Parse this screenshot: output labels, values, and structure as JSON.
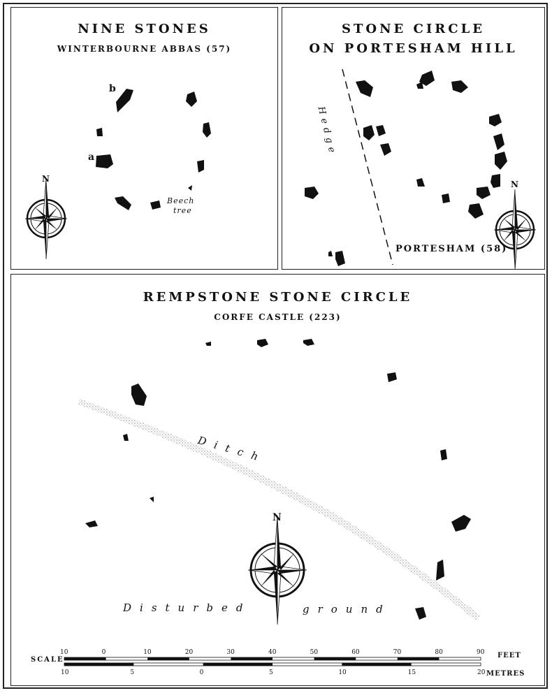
{
  "panel_nine": {
    "title": "NINE STONES",
    "subtitle": "WINTERBOURNE ABBAS (57)",
    "label_a": "a",
    "label_b": "b",
    "beech": "Beech",
    "tree": "tree",
    "north": "N"
  },
  "panel_portesham": {
    "title_line1": "STONE CIRCLE",
    "title_line2": "ON PORTESHAM HILL",
    "hedge": "Hedge",
    "caption": "PORTESHAM (58)",
    "north": "N"
  },
  "panel_rempstone": {
    "title": "REMPSTONE STONE CIRCLE",
    "subtitle": "CORFE CASTLE (223)",
    "ditch": "Ditch",
    "disturbed": "Disturbed",
    "ground": "ground",
    "north": "N"
  },
  "scale": {
    "label": "SCALE",
    "feet_ticks": [
      "10",
      "0",
      "10",
      "20",
      "30",
      "40",
      "50",
      "60",
      "70",
      "80",
      "90"
    ],
    "feet_unit": "FEET",
    "metre_ticks": [
      "10",
      "5",
      "0",
      "5",
      "10",
      "15",
      "20"
    ],
    "metre_unit": "METRES"
  }
}
